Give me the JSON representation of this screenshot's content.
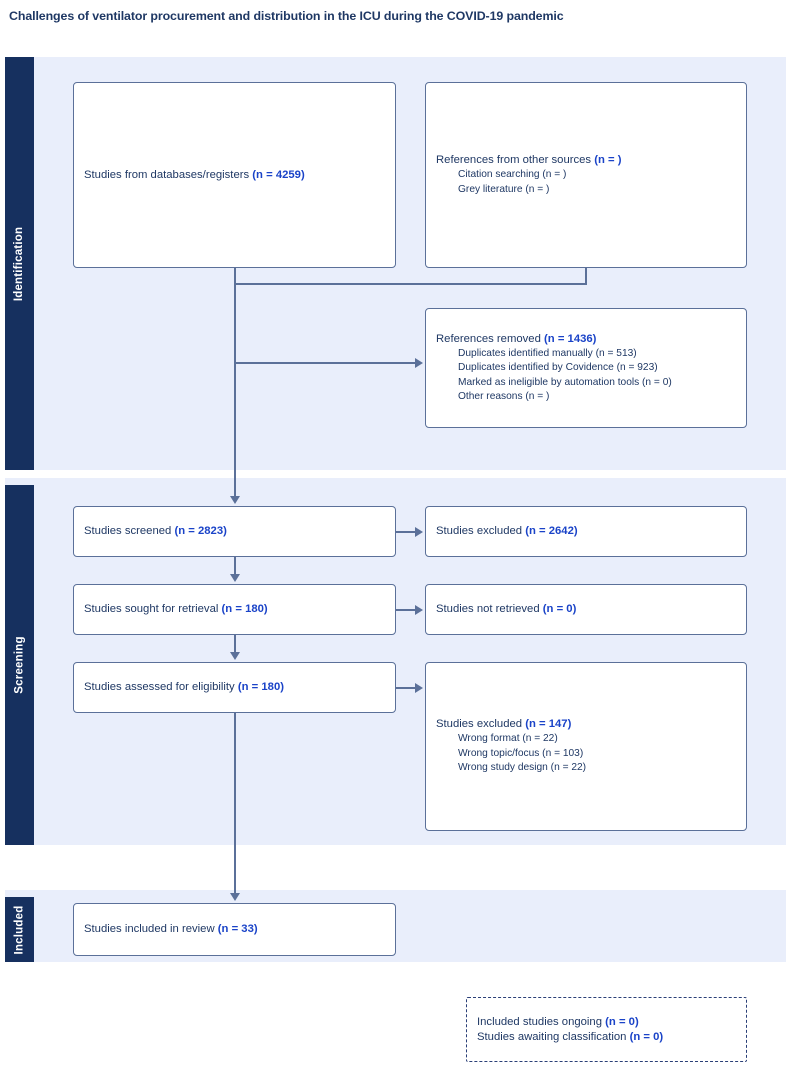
{
  "figure": {
    "title": "Challenges of ventilator procurement and distribution in the ICU during the COVID-19 pandemic",
    "type": "prisma-flow-diagram"
  },
  "stages": [
    {
      "id": "identification",
      "label": "Identification"
    },
    {
      "id": "screening",
      "label": "Screening"
    },
    {
      "id": "included",
      "label": "Included"
    }
  ],
  "colors": {
    "stage_tab_background": "#16305f",
    "panel_background": "#e9eefb",
    "box_border": "#5b7099",
    "label_text": "#1f3864",
    "count_text": "#1a43c8"
  },
  "boxes": {
    "databases": {
      "label": "Studies from databases/registers",
      "count": "(n = 4259)"
    },
    "other_sources": {
      "label": "References from other sources",
      "count": "(n = )",
      "items": [
        "Citation searching (n = )",
        "Grey literature (n = )"
      ]
    },
    "references_removed": {
      "label": "References removed",
      "count": "(n = 1436)",
      "items": [
        "Duplicates identified manually (n = 513)",
        "Duplicates identified by Covidence (n = 923)",
        "Marked as ineligible by automation tools (n = 0)",
        "Other reasons (n = )"
      ]
    },
    "screened": {
      "label": "Studies screened",
      "count": "(n = 2823)"
    },
    "excluded_screening": {
      "label": "Studies excluded",
      "count": "(n = 2642)"
    },
    "sought_retrieval": {
      "label": "Studies sought for retrieval",
      "count": "(n = 180)"
    },
    "not_retrieved": {
      "label": "Studies not retrieved",
      "count": "(n = 0)"
    },
    "assessed_eligibility": {
      "label": "Studies assessed for eligibility",
      "count": "(n = 180)"
    },
    "excluded_eligibility": {
      "label": "Studies excluded",
      "count": "(n = 147)",
      "items": [
        "Wrong format (n = 22)",
        "Wrong topic/focus (n = 103)",
        "Wrong study design (n = 22)"
      ]
    },
    "included_review": {
      "label": "Studies included in review",
      "count": "(n = 33)"
    },
    "ongoing": {
      "line1_label": "Included studies ongoing",
      "line1_count": "(n = 0)",
      "line2_label": "Studies awaiting classification",
      "line2_count": "(n = 0)"
    }
  }
}
